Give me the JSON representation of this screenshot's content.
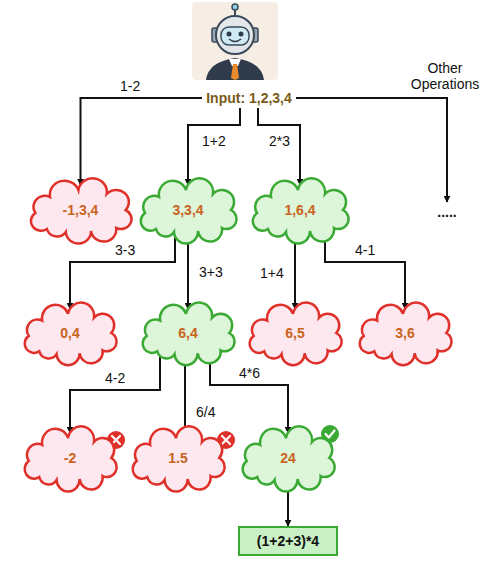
{
  "diagram": {
    "nodes": [
      {
        "text": [
          "Input: 1,2,3,4"
        ]
      },
      {
        "text": [
          "-1,3,4"
        ]
      },
      {
        "text": [
          "3,3,4"
        ]
      },
      {
        "text": [
          "1,6,4"
        ]
      },
      {
        "text": [
          "....."
        ]
      },
      {
        "text": [
          "0,4"
        ]
      },
      {
        "text": [
          "6,4"
        ]
      },
      {
        "text": [
          "6,5"
        ]
      },
      {
        "text": [
          "3,6"
        ]
      },
      {
        "text": [
          "-2"
        ]
      },
      {
        "text": [
          "1.5"
        ]
      },
      {
        "text": [
          "24"
        ]
      },
      {
        "text": [
          "(1+2+3)*4"
        ]
      }
    ],
    "edges": [
      {
        "from": 0,
        "to": 1,
        "label": "1-2",
        "arrow": "to"
      },
      {
        "from": 0,
        "to": 2,
        "label": "1+2",
        "arrow": "to"
      },
      {
        "from": 0,
        "to": 3,
        "label": "2*3",
        "arrow": "to"
      },
      {
        "from": 0,
        "to": 4,
        "label": "Other Operations",
        "arrow": "to"
      },
      {
        "from": 2,
        "to": 5,
        "label": "3-3",
        "arrow": "to"
      },
      {
        "from": 2,
        "to": 6,
        "label": "3+3",
        "arrow": "to"
      },
      {
        "from": 3,
        "to": 7,
        "label": "1+4",
        "arrow": "to"
      },
      {
        "from": 3,
        "to": 8,
        "label": "4-1",
        "arrow": "to"
      },
      {
        "from": 6,
        "to": 9,
        "label": "4-2",
        "arrow": "to"
      },
      {
        "from": 6,
        "to": 10,
        "label": "6/4",
        "arrow": "to"
      },
      {
        "from": 6,
        "to": 11,
        "label": "4*6",
        "arrow": "to"
      },
      {
        "from": 11,
        "to": 12,
        "arrow": "to"
      }
    ]
  }
}
